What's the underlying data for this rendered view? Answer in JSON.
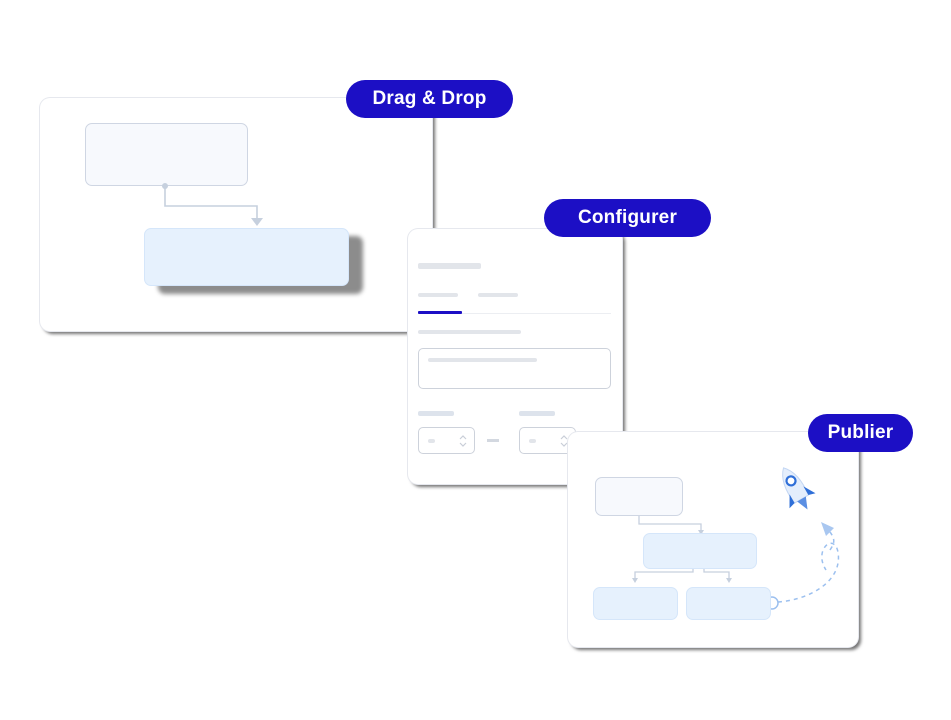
{
  "steps": {
    "drag_drop": {
      "label": "Drag & Drop"
    },
    "configure": {
      "label": "Configurer"
    },
    "publish": {
      "label": "Publier"
    }
  },
  "colors": {
    "accent": "#1c0fc5",
    "node_fill": "#e6f1fd",
    "node_outline": "#cfd6e3",
    "skeleton": "#e2e5ea",
    "connector": "#c6d0de",
    "rocket": "#2f6fd8"
  },
  "icons": [
    "rocket-icon",
    "arrow-down-icon",
    "stepper-arrows-icon"
  ]
}
